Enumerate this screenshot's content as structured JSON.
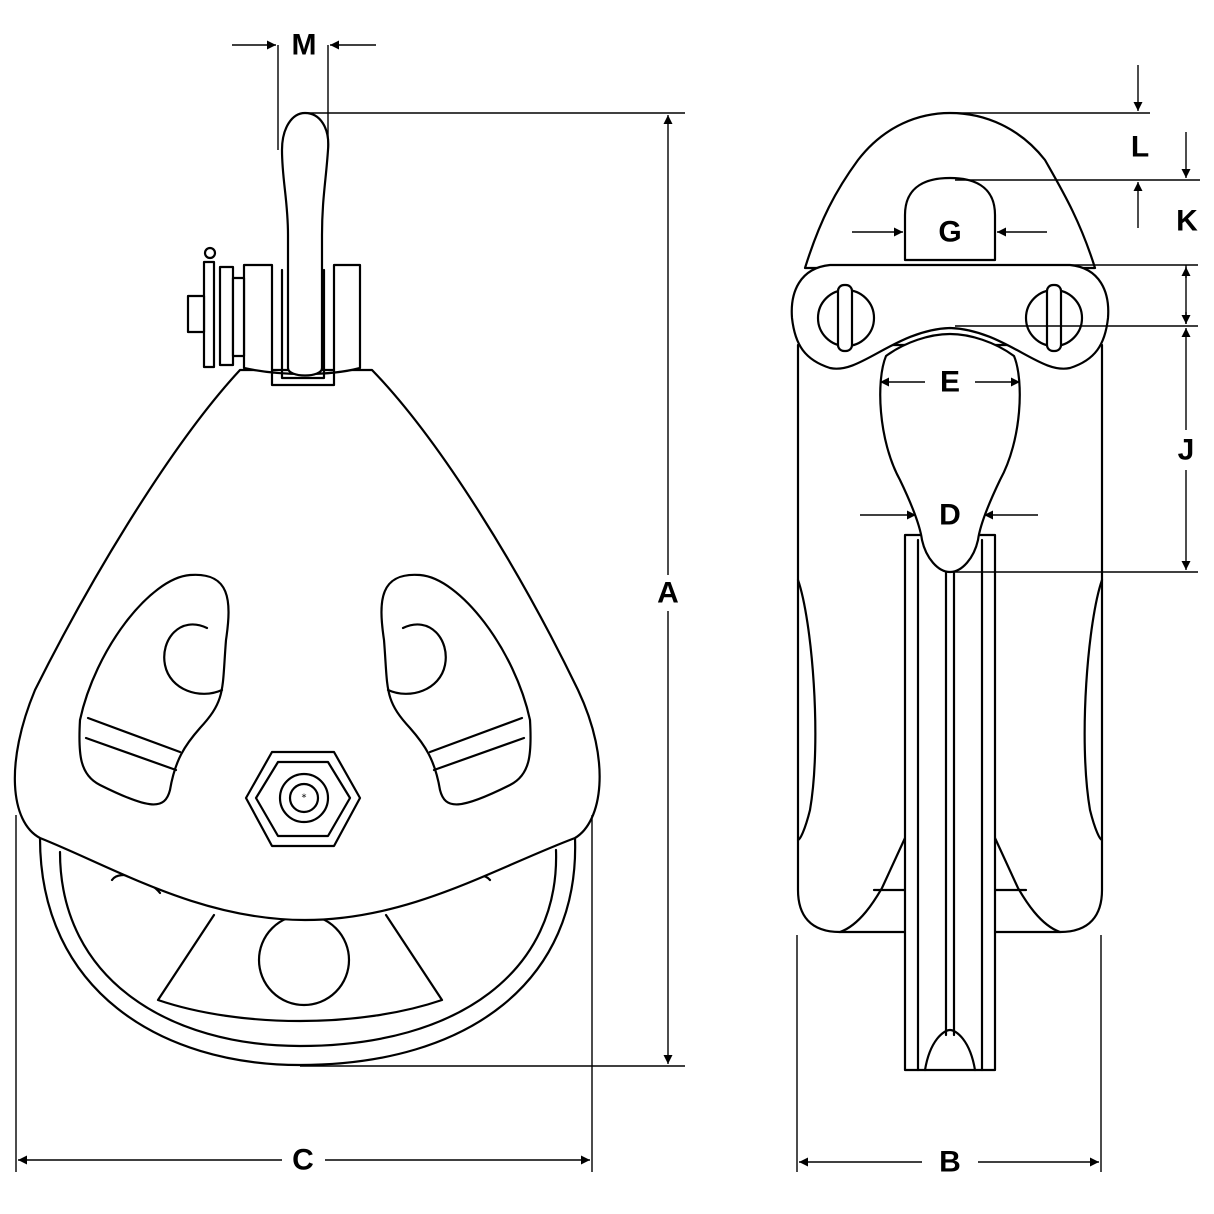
{
  "labels": {
    "A": "A",
    "B": "B",
    "C": "C",
    "D": "D",
    "E": "E",
    "G": "G",
    "J": "J",
    "K": "K",
    "L": "L",
    "M": "M"
  }
}
